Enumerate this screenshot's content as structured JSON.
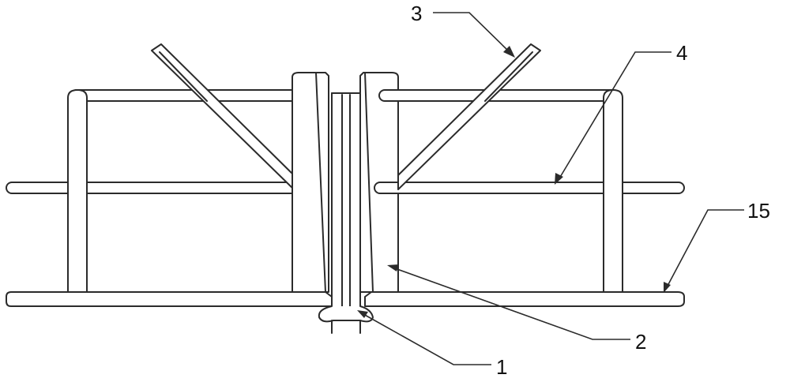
{
  "diagram": {
    "type": "mechanical-technical-drawing",
    "callouts": [
      {
        "id": "c1",
        "text": "1"
      },
      {
        "id": "c2",
        "text": "2"
      },
      {
        "id": "c3",
        "text": "3"
      },
      {
        "id": "c4",
        "text": "4"
      },
      {
        "id": "c15",
        "text": "15"
      }
    ]
  }
}
